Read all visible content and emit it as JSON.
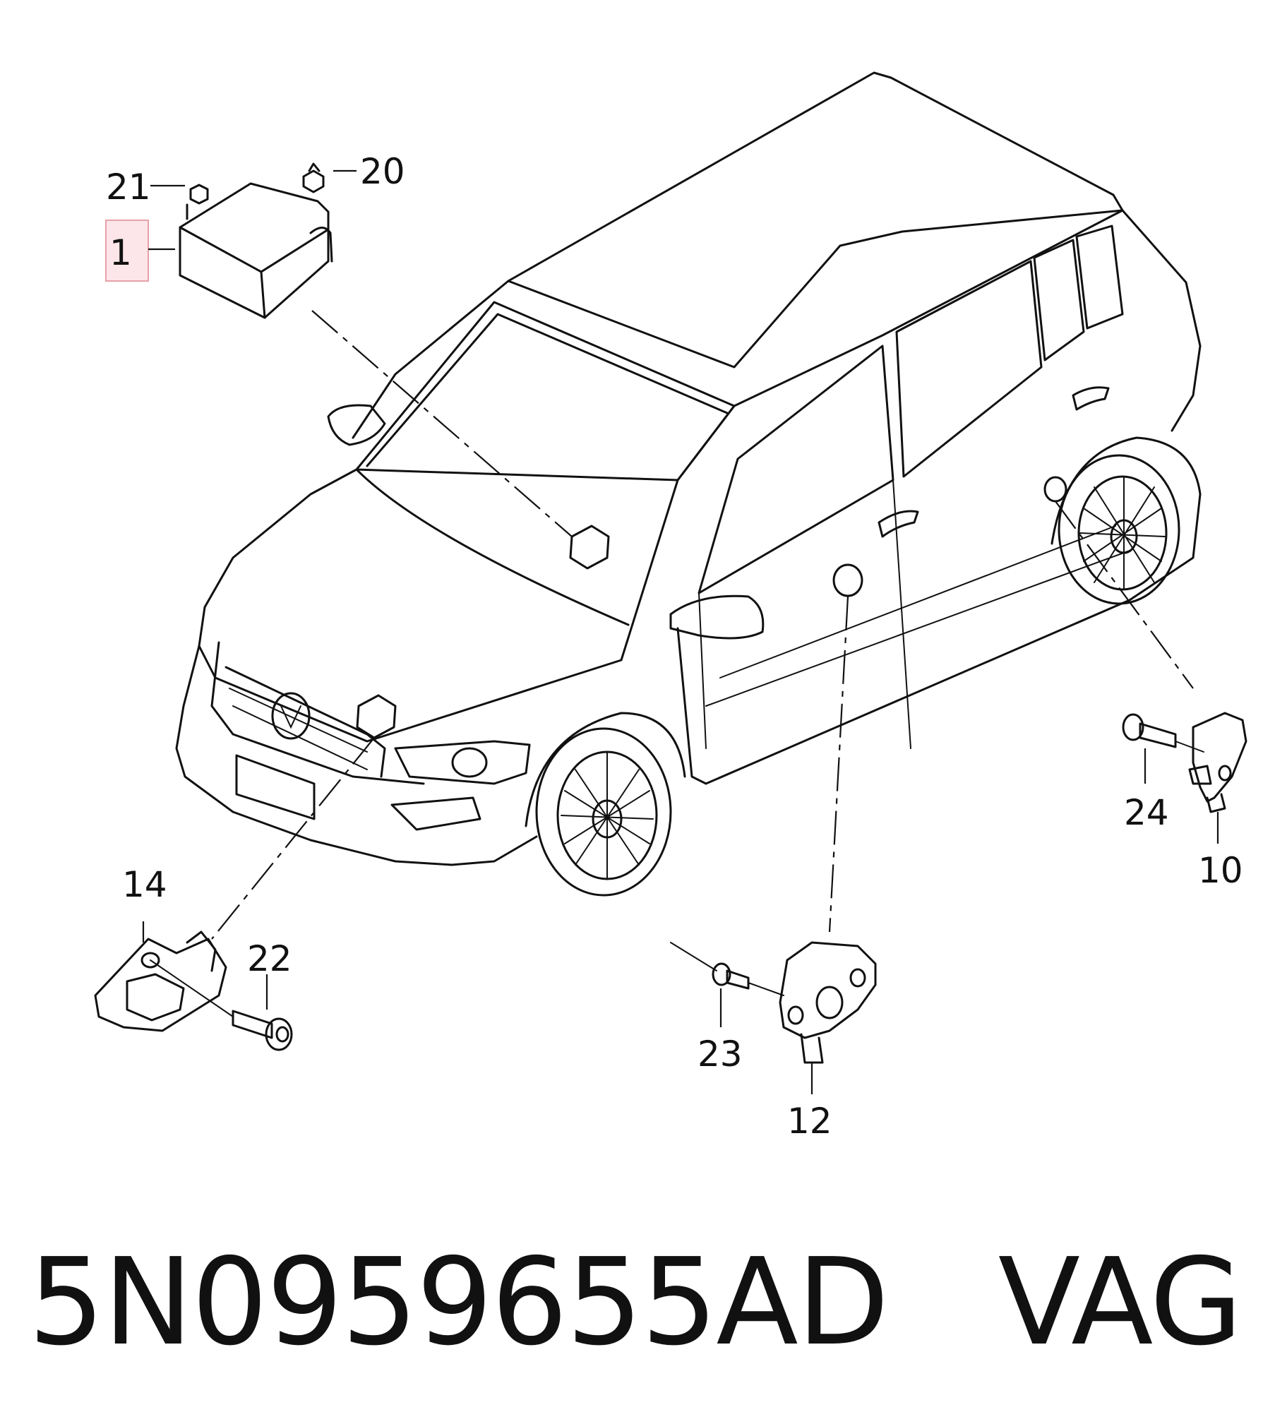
{
  "callouts": {
    "c1": "1",
    "c20": "20",
    "c21": "21",
    "c14": "14",
    "c22": "22",
    "c23": "23",
    "c12": "12",
    "c24": "24",
    "c10": "10"
  },
  "highlight_color": "#e8a0a8",
  "part_number": "5N0959655AD",
  "brand": "VAG"
}
